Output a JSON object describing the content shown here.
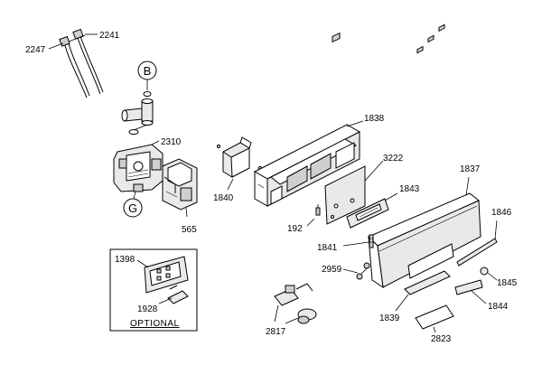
{
  "callouts": {
    "c2247": "2247",
    "c2241": "2241",
    "c2310": "2310",
    "c565": "565",
    "c1840": "1840",
    "c1838": "1838",
    "c3222": "3222",
    "c1837": "1837",
    "c1843": "1843",
    "c192": "192",
    "c1846": "1846",
    "c1841": "1841",
    "c2959": "2959",
    "c1845": "1845",
    "c1398": "1398",
    "c1928": "1928",
    "c2817": "2817",
    "c1839": "1839",
    "c1844": "1844",
    "c2823": "2823"
  },
  "circle_labels": {
    "b": "B",
    "g": "G"
  },
  "inset": {
    "caption": "OPTIONAL"
  }
}
